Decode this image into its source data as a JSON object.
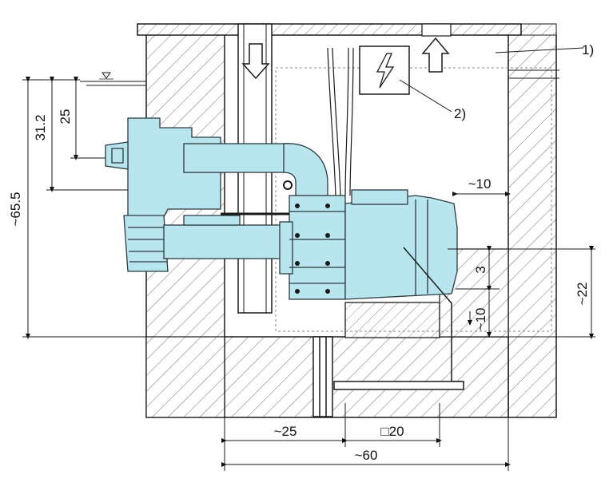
{
  "dimensions": {
    "d_65_5": "~65.5",
    "d_31_2": "31.2",
    "d_25_v": "25",
    "d_10_top": "~10",
    "d_3": "3",
    "d_10_bot": "~10",
    "d_22": "~22",
    "d_25_h": "~25",
    "d_20": "□20",
    "d_60": "~60"
  },
  "callouts": {
    "c1": "1)",
    "c2": "2)"
  },
  "colors": {
    "pump": "#b9e6ee",
    "pump_stroke": "#2a3a40",
    "hatch": "#6b6b6b",
    "line": "#1a1a1a"
  },
  "icons": {
    "electrical": "lightning-bolt-icon",
    "flow_down": "arrow-down-icon",
    "flow_up": "arrow-up-icon",
    "water_level": "water-level-triangle-icon"
  }
}
